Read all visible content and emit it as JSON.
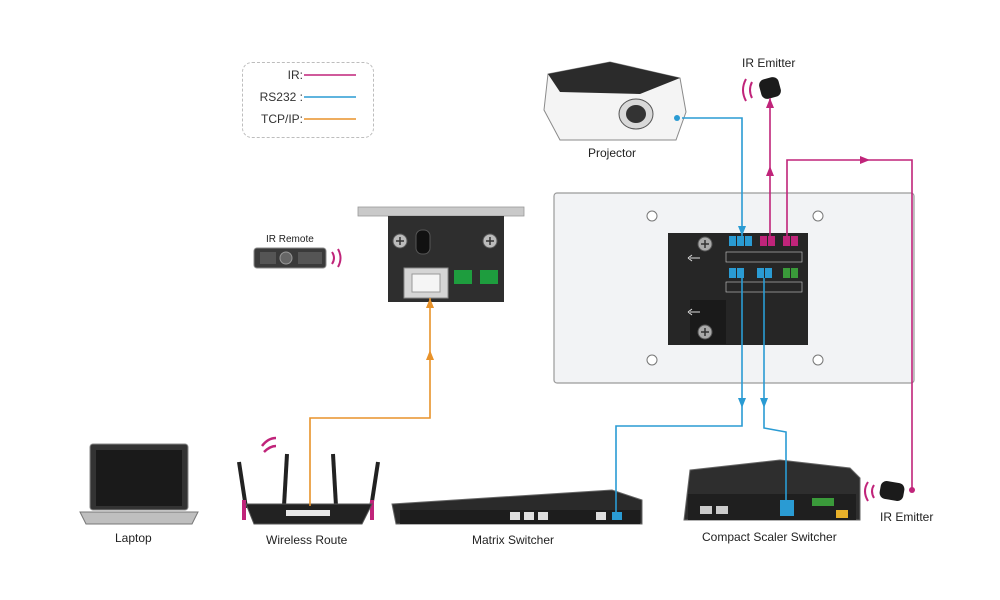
{
  "legend": {
    "ir_label": "IR:",
    "rs232_label": "RS232 :",
    "tcpip_label": "TCP/IP:"
  },
  "colors": {
    "ir": "#c0247a",
    "rs232": "#2a9bd3",
    "tcpip": "#e8922a"
  },
  "devices": {
    "projector": "Projector",
    "ir_emitter_top": "IR Emitter",
    "ir_emitter_right": "IR Emitter",
    "ir_remote": "IR Remote",
    "laptop": "Laptop",
    "router": "Wireless Route",
    "matrix": "Matrix Switcher",
    "scaler": "Compact Scaler Switcher"
  }
}
